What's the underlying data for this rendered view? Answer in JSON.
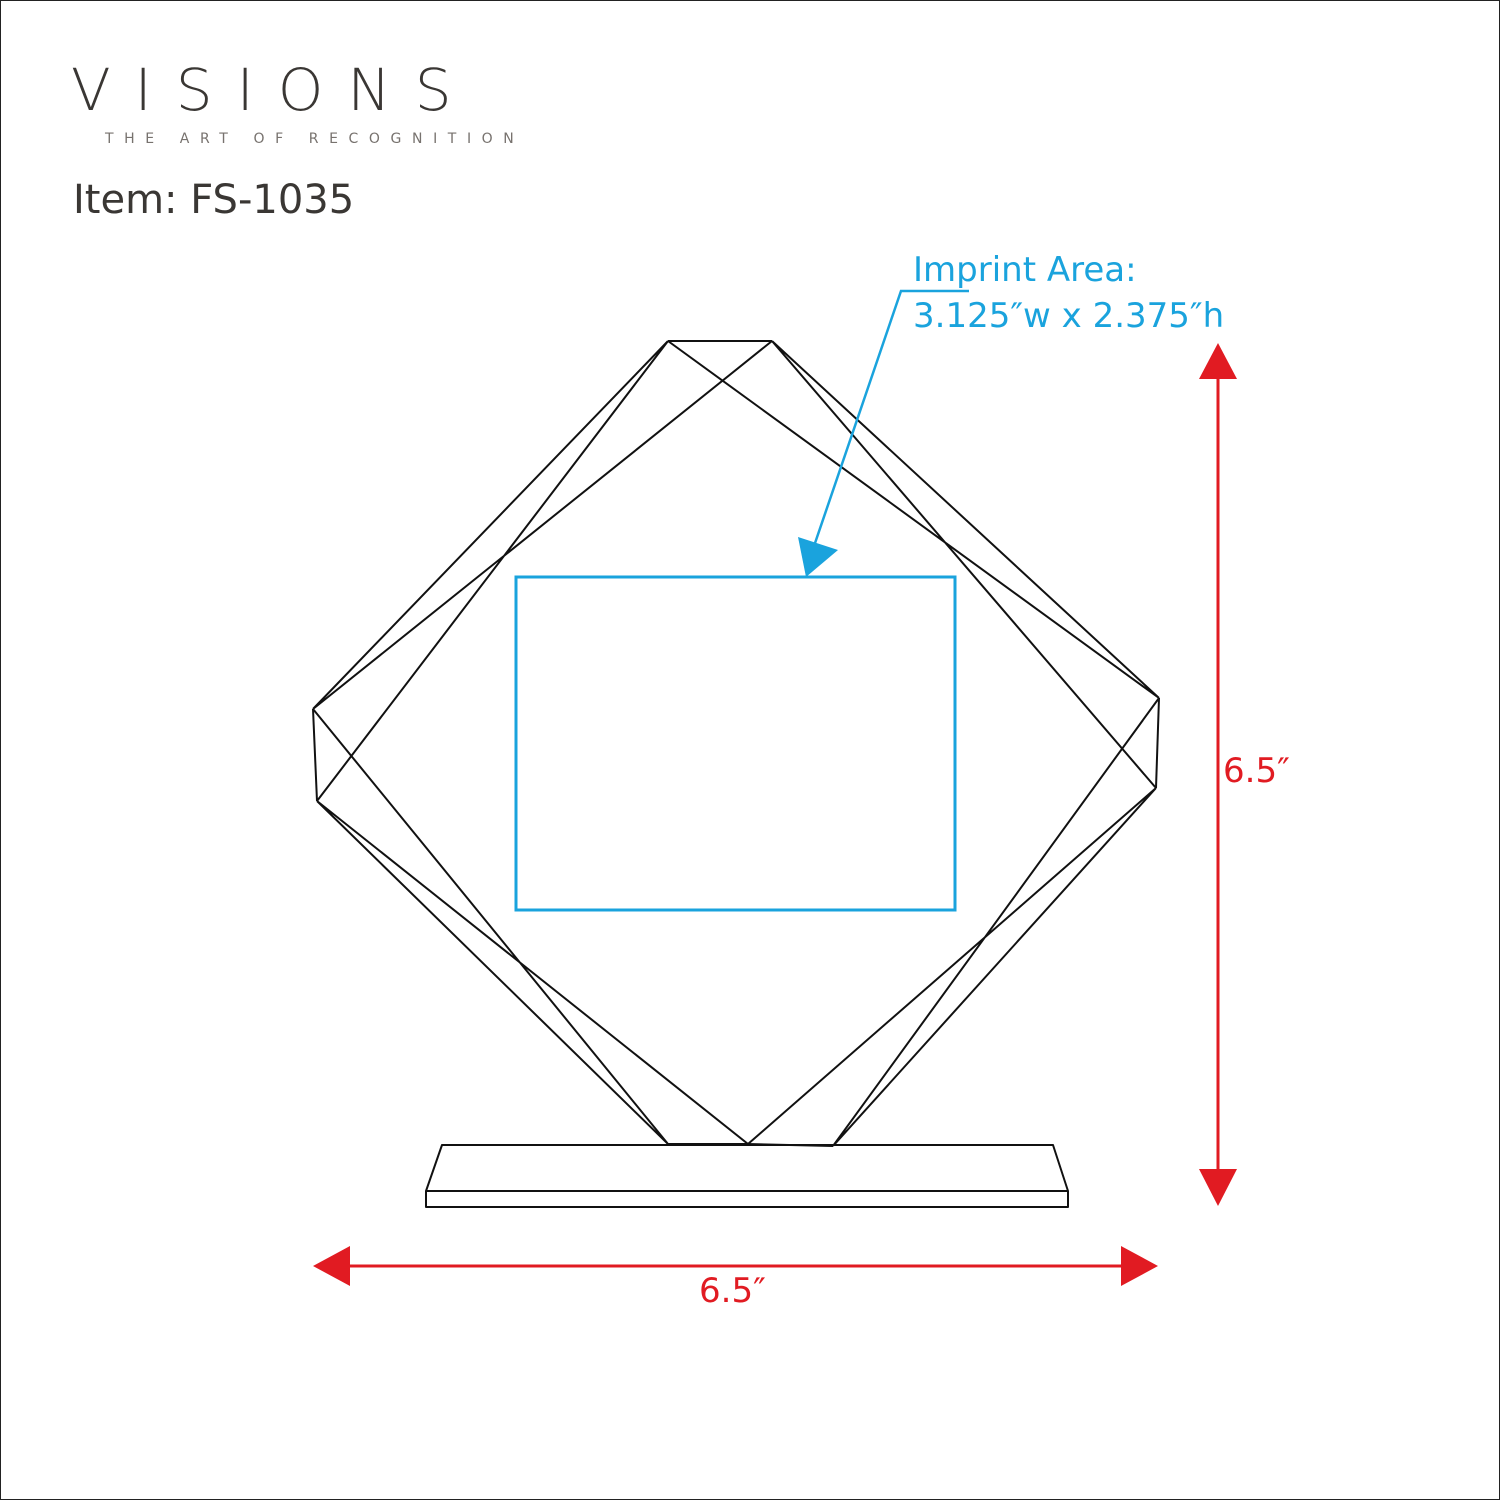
{
  "brand": {
    "name": "VISIONS",
    "tagline": "THE ART OF RECOGNITION"
  },
  "item_label": "Item: FS-1035",
  "imprint": {
    "title": "Imprint Area:",
    "size": "3.125″w x 2.375″h"
  },
  "dimensions": {
    "height": "6.5″",
    "width": "6.5″"
  },
  "colors": {
    "imprint": "#1aa3dd",
    "dimension": "#e11b22",
    "outline": "#111111"
  }
}
